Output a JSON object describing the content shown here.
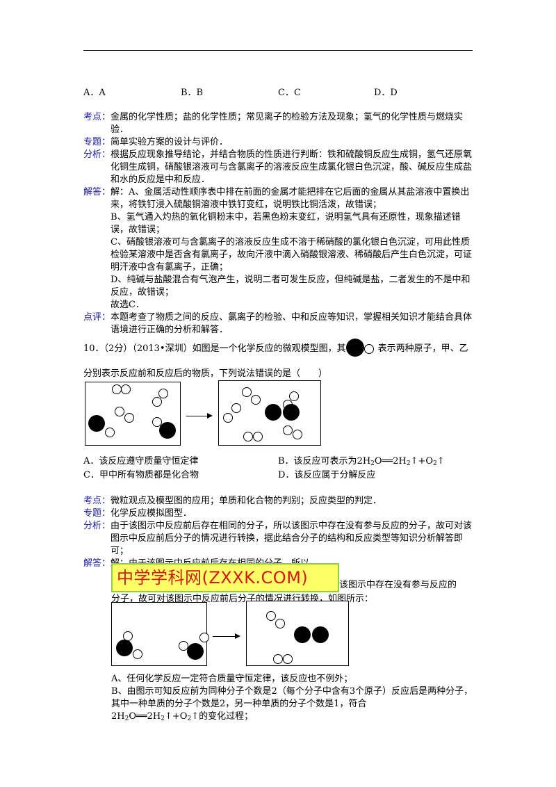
{
  "q9": {
    "options": [
      "A．A",
      "B．B",
      "C．C",
      "D．D"
    ],
    "kaodian_label": "考点：",
    "kaodian_text": "金属的化学性质；盐的化学性质；常见离子的检验方法及现象；氢气的化学性质与燃烧实验．",
    "zhuanti_label": "专题：",
    "zhuanti_text": "简单实验方案的设计与评价．",
    "fenxi_label": "分析：",
    "fenxi_text": "根据反应现象推导结论，并结合物质的性质进行判断：铁和硫酸铜反应生成铜，氢气还原氧化铜生成铜，硝酸银溶液可与含氯离子的溶液反应生成氯化银白色沉淀，酸、碱反应生成盐和水的反应是中和反应．",
    "jieda_label": "解答：",
    "jieda_lines": [
      "解：A、金属活动性顺序表中排在前面的金属才能把排在它后面的金属从其盐溶液中置换出来，将铁钉浸入硫酸铜溶液中铁钉变红，说明铁比铜活泼，故错误；",
      "B、氢气通入灼热的氧化铜粉末中，若黑色粉末变红，说明氢气具有还原性，现象描述错误，故错误；",
      "C、硝酸银溶液可与含氯离子的溶液反应生成不溶于稀硝酸的氯化银白色沉淀，可用此性质检验某溶液中是否含有氯离子，故向汗液中滴入硝酸银溶液、稀硝酸后产生白色沉淀，可证明汗液中含有氯离子，正确；",
      "D、纯碱与盐酸混合有气泡产生，说明二者可发生反应，但纯碱是盐，二者发生的不是中和反应，故错误；",
      "故选C．"
    ],
    "dianping_label": "点评：",
    "dianping_text": "本题考查了物质之间的反应、氯离子的检验、中和反应等知识，掌握相关知识才能结合具体语境进行正确的分析和解答．"
  },
  "q10": {
    "stem_part1": "10．（2分）（2013•深圳）如图是一个化学反应的微观模型图，其",
    "stem_part2": "表示两种原子，甲、乙",
    "stem_line2": "分别表示反应前和反应后的物质，下列说法错误的是（　　）",
    "optA": "A．该反应遵守质量守恒定律",
    "optB_pre": "B．该反应可表示为",
    "optB_formula": [
      "2H",
      "2",
      "O══2H",
      "2",
      "↑+O",
      "2",
      "↑"
    ],
    "optC": "C．甲中所有物质都是化合物",
    "optD": "D．该反应属于分解反应",
    "kaodian_label": "考点：",
    "kaodian_text": "微粒观点及模型图的应用；单质和化合物的判别；反应类型的判定．",
    "zhuanti_label": "专题：",
    "zhuanti_text": "化学反应模拟图型．",
    "fenxi_label": "分析：",
    "fenxi_text": "由于该图示中反应前后存在相同的分子，所以该图示中存在没有参与反应的分子，故可对该图示中反应前后分子的情况进行转换，据此结合分子的结构和反应类型等知识分析解答即可；",
    "jieda_label": "解答：",
    "jieda_line1": "解：由于该图示中反应前后存在相同的分子，所以",
    "jieda_line2": "该图示中存在没有参与反应的",
    "jieda_line3": "分子，故可对该图示中反应前后分子的情况进行转换，如图所示：",
    "watermark": "中学学科网(ZXXK.COM)",
    "after_lines": [
      "A、任何化学反应一定符合质量守恒定律，该反应也不例外；",
      "B、由图示可知反应前为同种分子个数是2（每个分子中含有3个原子）反应后是两种分子，其中一种单质的分子个数是2，另一种单质的分子个数是1，符合"
    ],
    "last_formula": [
      "2H",
      "2",
      "O══2H",
      "2",
      "↑+O",
      "2",
      "↑的变化过程；"
    ]
  }
}
